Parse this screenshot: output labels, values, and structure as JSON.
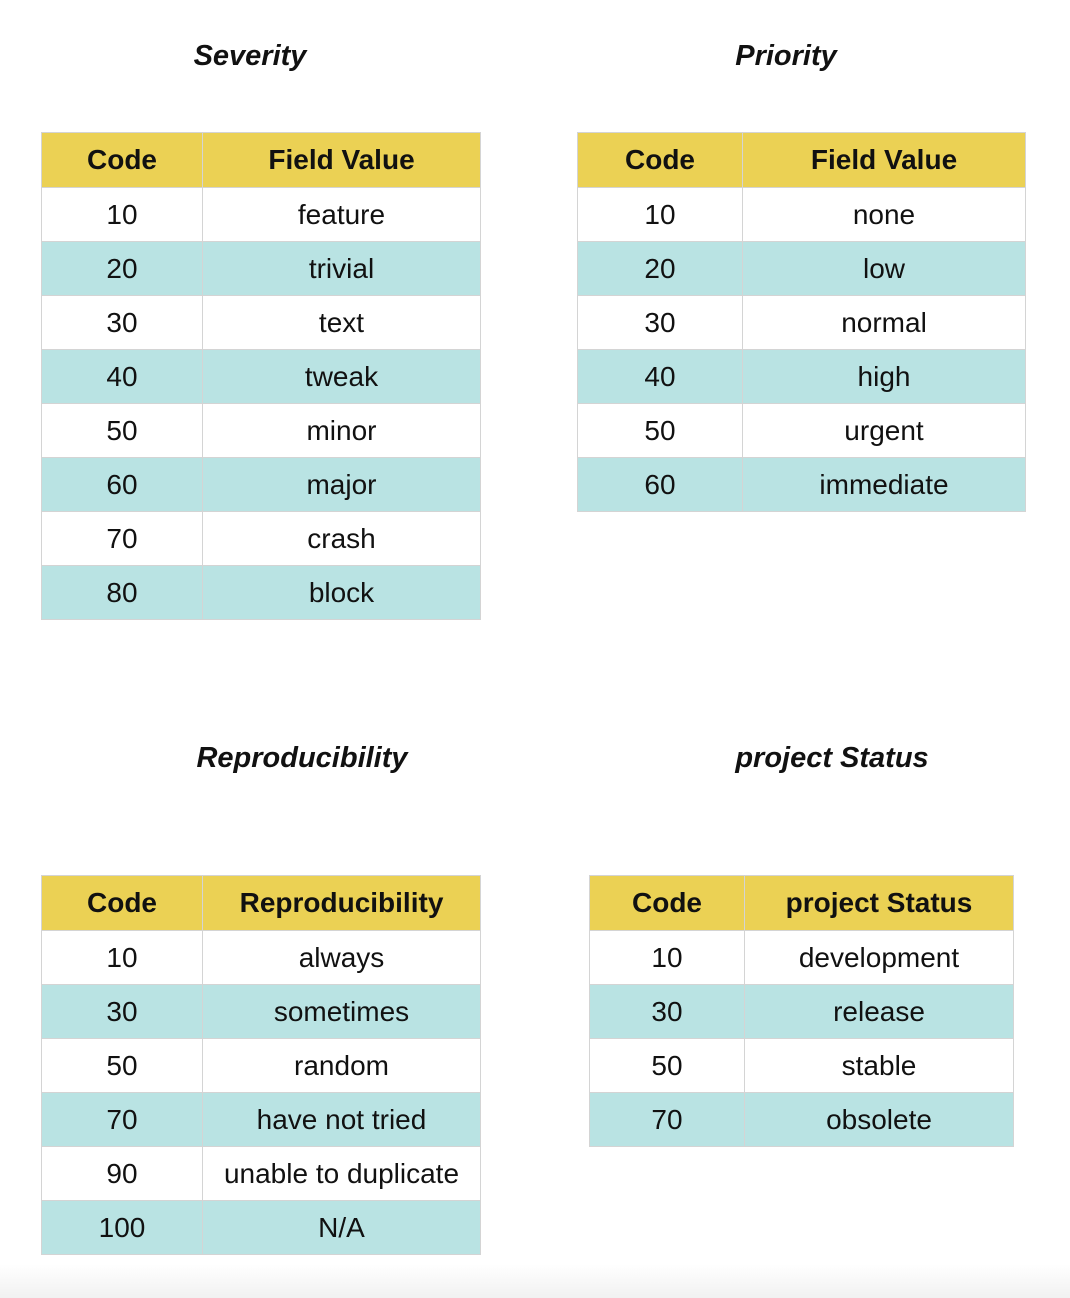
{
  "tables": [
    {
      "id": "severity",
      "title": "Severity",
      "headers": [
        "Code",
        "Field Value"
      ],
      "rows": [
        [
          "10",
          "feature"
        ],
        [
          "20",
          "trivial"
        ],
        [
          "30",
          "text"
        ],
        [
          "40",
          "tweak"
        ],
        [
          "50",
          "minor"
        ],
        [
          "60",
          "major"
        ],
        [
          "70",
          "crash"
        ],
        [
          "80",
          "block"
        ]
      ]
    },
    {
      "id": "priority",
      "title": "Priority",
      "headers": [
        "Code",
        "Field Value"
      ],
      "rows": [
        [
          "10",
          "none"
        ],
        [
          "20",
          "low"
        ],
        [
          "30",
          "normal"
        ],
        [
          "40",
          "high"
        ],
        [
          "50",
          "urgent"
        ],
        [
          "60",
          "immediate"
        ]
      ]
    },
    {
      "id": "reproducibility",
      "title": "Reproducibility",
      "headers": [
        "Code",
        "Reproducibility"
      ],
      "rows": [
        [
          "10",
          "always"
        ],
        [
          "30",
          "sometimes"
        ],
        [
          "50",
          "random"
        ],
        [
          "70",
          "have not tried"
        ],
        [
          "90",
          "unable to duplicate"
        ],
        [
          "100",
          "N/A"
        ]
      ]
    },
    {
      "id": "project-status",
      "title": "project Status",
      "headers": [
        "Code",
        "project Status"
      ],
      "rows": [
        [
          "10",
          "development"
        ],
        [
          "30",
          "release"
        ],
        [
          "50",
          "stable"
        ],
        [
          "70",
          "obsolete"
        ]
      ]
    }
  ],
  "colors": {
    "header_background": "#ebd154",
    "stripe_background": "#b9e3e3",
    "row_background": "#ffffff",
    "border": "#d4d4d4"
  }
}
